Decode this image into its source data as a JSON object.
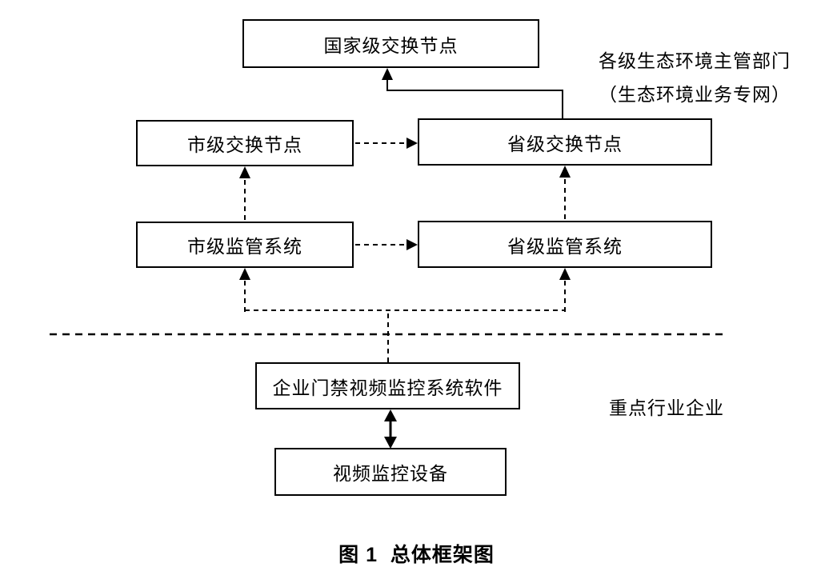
{
  "diagram": {
    "title_caption": "图 1  总体框架图",
    "nodes": {
      "national_exchange": {
        "label": "国家级交换节点"
      },
      "city_exchange": {
        "label": "市级交换节点"
      },
      "provincial_exchange": {
        "label": "省级交换节点"
      },
      "city_supervision": {
        "label": "市级监管系统"
      },
      "provincial_supervision": {
        "label": "省级监管系统"
      },
      "enterprise_software": {
        "label": "企业门禁视频监控系统软件"
      },
      "video_device": {
        "label": "视频监控设备"
      }
    },
    "side_labels": {
      "government_line1": "各级生态环境主管部门",
      "government_line2": "（生态环境业务专网）",
      "enterprise": "重点行业企业"
    },
    "connections": [
      {
        "from": "provincial_exchange",
        "to": "national_exchange",
        "style": "solid",
        "arrow": "single"
      },
      {
        "from": "city_exchange",
        "to": "provincial_exchange",
        "style": "dashed",
        "arrow": "single"
      },
      {
        "from": "city_supervision",
        "to": "city_exchange",
        "style": "dashed",
        "arrow": "single"
      },
      {
        "from": "city_supervision",
        "to": "provincial_supervision",
        "style": "dashed",
        "arrow": "single"
      },
      {
        "from": "provincial_supervision",
        "to": "provincial_exchange",
        "style": "dashed",
        "arrow": "single"
      },
      {
        "from": "enterprise_software",
        "to": "city_supervision",
        "style": "dashed",
        "arrow": "single"
      },
      {
        "from": "enterprise_software",
        "to": "provincial_supervision",
        "style": "dashed",
        "arrow": "single"
      },
      {
        "from": "enterprise_software",
        "to": "video_device",
        "style": "solid",
        "arrow": "double"
      }
    ],
    "divider": {
      "style": "dashed",
      "orientation": "horizontal"
    },
    "colors": {
      "line": "#000000",
      "text": "#000000",
      "background": "#ffffff",
      "box_fill": "#ffffff"
    }
  }
}
